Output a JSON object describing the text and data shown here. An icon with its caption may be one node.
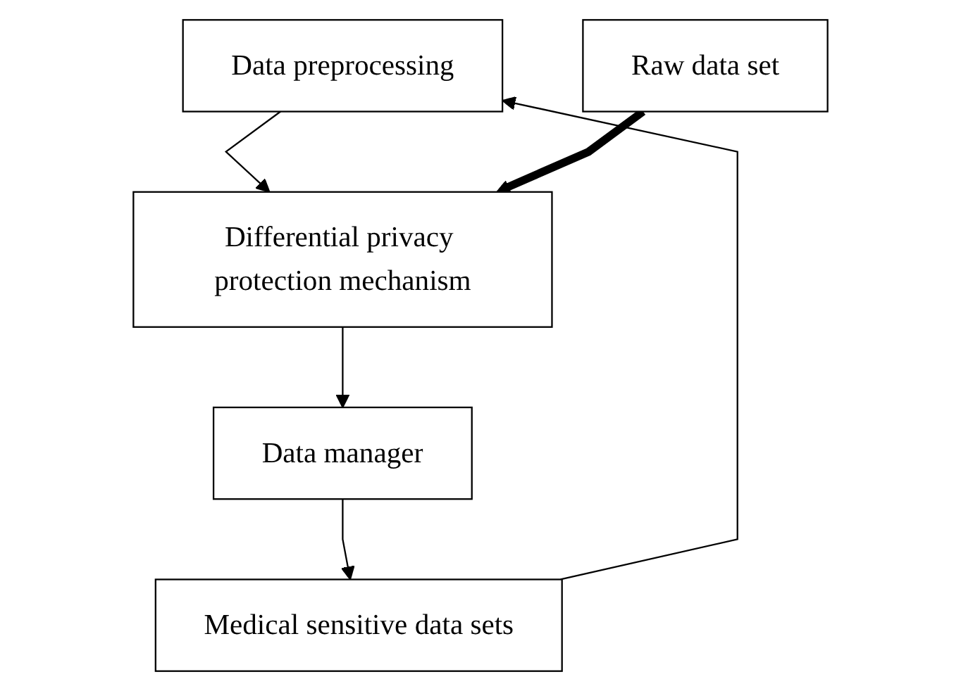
{
  "diagram": {
    "nodes": [
      {
        "text": [
          "Data preprocessing"
        ]
      },
      {
        "text": [
          "Raw data set"
        ]
      },
      {
        "text": [
          "Differential privacy protection mechanism"
        ]
      },
      {
        "text": [
          "Medical sensitive data sets"
        ]
      },
      {
        "text": [
          "Data manager"
        ]
      }
    ],
    "edges": [
      {
        "from": 0,
        "to": 2,
        "arrow": "to"
      },
      {
        "from": 1,
        "to": 2,
        "arrow": "to",
        "style": "thick"
      },
      {
        "from": 2,
        "to": 4,
        "arrow": "to"
      },
      {
        "from": 4,
        "to": 3,
        "arrow": "to"
      },
      {
        "from": 3,
        "to": 0,
        "arrow": "to"
      }
    ]
  }
}
